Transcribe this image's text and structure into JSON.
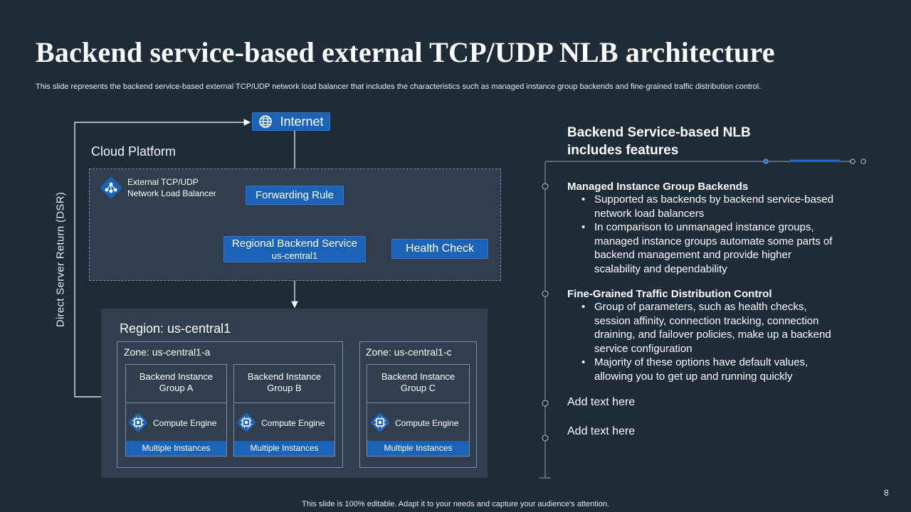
{
  "slide": {
    "title": "Backend service-based external TCP/UDP NLB architecture",
    "subtitle": "This slide represents the backend service-based external TCP/UDP network load balancer that includes the characteristics such as managed instance group backends and fine-grained traffic distribution control.",
    "page_number": "8",
    "footer": "This slide is 100% editable. Adapt it to your needs and capture your audience's attention."
  },
  "diagram": {
    "internet_label": "Internet",
    "cloud_platform_label": "Cloud Platform",
    "nlb_label_line1": "External TCP/UDP",
    "nlb_label_line2": "Network Load Balancer",
    "forwarding_rule": "Forwarding Rule",
    "regional_backend_service": "Regional Backend Service",
    "regional_backend_region": "us-central1",
    "health_check": "Health Check",
    "dsr_label": "Direct Server Return (DSR)",
    "region_label": "Region: us-central1",
    "zones": [
      {
        "label": "Zone: us-central1-a",
        "groups": [
          {
            "title_line1": "Backend Instance",
            "title_line2": "Group A",
            "engine": "Compute Engine",
            "instances": "Multiple Instances"
          },
          {
            "title_line1": "Backend Instance",
            "title_line2": "Group B",
            "engine": "Compute Engine",
            "instances": "Multiple Instances"
          }
        ]
      },
      {
        "label": "Zone: us-central1-c",
        "groups": [
          {
            "title_line1": "Backend Instance",
            "title_line2": "Group C",
            "engine": "Compute Engine",
            "instances": "Multiple Instances"
          }
        ]
      }
    ]
  },
  "features": {
    "title_line1": "Backend Service-based NLB",
    "title_line2": "includes features",
    "sections": [
      {
        "heading": "Managed Instance Group Backends",
        "bullets": [
          "Supported as backends by backend service-based network load balancers",
          "In comparison to unmanaged instance groups, managed instance groups automate some parts of backend management and provide higher scalability and dependability"
        ]
      },
      {
        "heading": "Fine-Grained Traffic Distribution Control",
        "bullets": [
          "Group of parameters, such as health checks, session affinity, connection tracking, connection draining, and failover policies, make up a backend service configuration",
          "Majority of these options have default values, allowing you to get up and running quickly"
        ]
      }
    ],
    "add_text_1": "Add text here",
    "add_text_2": "Add text here"
  },
  "colors": {
    "background": "#202b3a",
    "panel": "#323e4f",
    "accent_blue": "#1b63b6",
    "line": "#7f8b99"
  }
}
